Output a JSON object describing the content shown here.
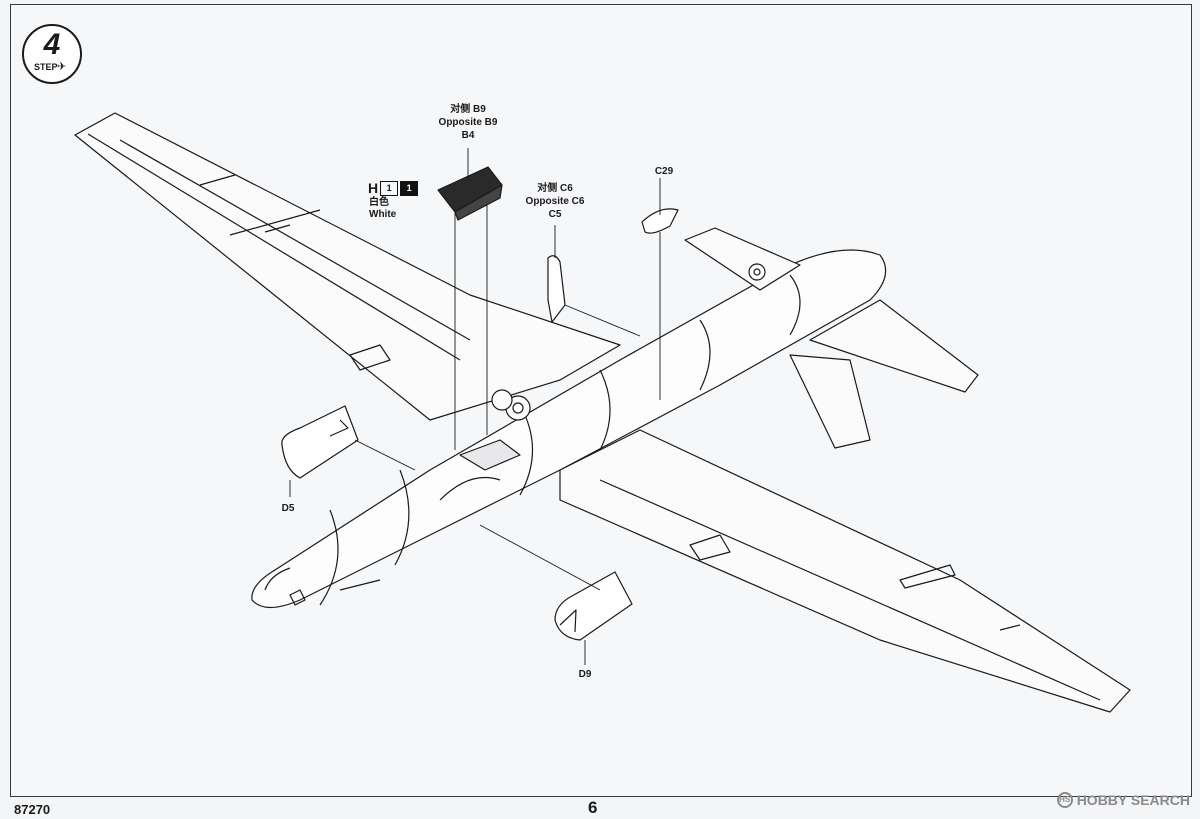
{
  "step": {
    "number": "4",
    "label": "STEP"
  },
  "callouts": {
    "b4": {
      "line1": "对侧 B9",
      "line2": "Opposite B9",
      "part": "B4"
    },
    "c5": {
      "line1": "对侧 C6",
      "line2": "Opposite C6",
      "part": "C5"
    },
    "c29": {
      "part": "C29"
    },
    "d5": {
      "part": "D5"
    },
    "d9": {
      "part": "D9"
    }
  },
  "paint": {
    "letter": "H",
    "chips": [
      "1",
      "1"
    ],
    "name_cn": "白色",
    "name_en": "White"
  },
  "footer": {
    "kit_number": "87270",
    "page_number": "6"
  },
  "watermark": {
    "text": "HOBBY SEARCH",
    "icon_text": "HS"
  }
}
